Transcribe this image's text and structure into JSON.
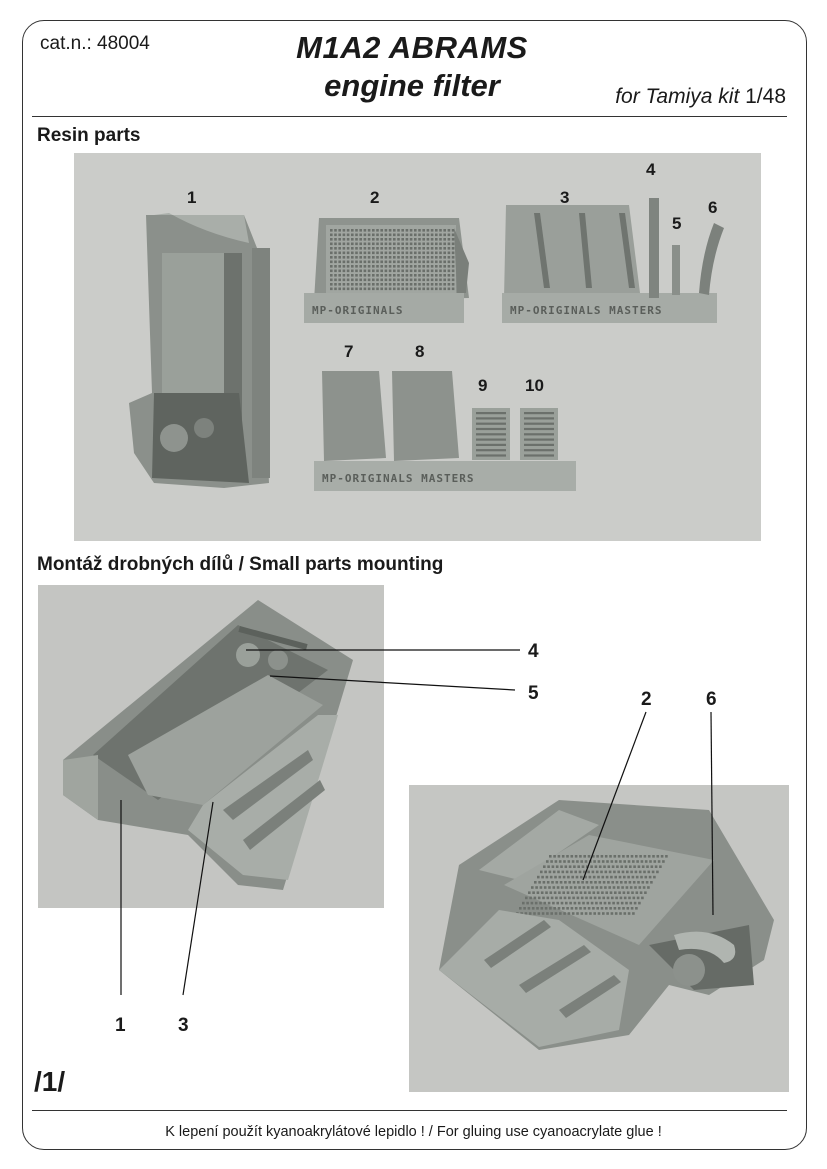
{
  "header": {
    "cat_no": "cat.n.: 48004",
    "title_line1": "M1A2 ABRAMS",
    "title_line2": "engine filter",
    "for_kit_prefix": "for Tamiya kit",
    "scale": "1/48"
  },
  "sections": {
    "resin_parts": "Resin parts",
    "mounting": "Montáž drobných dílů / Small parts mounting"
  },
  "photo1": {
    "part_numbers": [
      "1",
      "2",
      "3",
      "4",
      "5",
      "6",
      "7",
      "8",
      "9",
      "10"
    ],
    "stamps": [
      "MP-ORIGINALS",
      "MP-ORIGINALS MASTERS",
      "MP-ORIGINALS MASTERS"
    ]
  },
  "photo2": {
    "callouts": [
      "4",
      "5",
      "1",
      "3"
    ]
  },
  "photo3": {
    "callouts": [
      "2",
      "6"
    ]
  },
  "page_number": "/1/",
  "footer": "K lepení použít kyanoakrylátové lepidlo !  /  For gluing use cyanoacrylate glue !",
  "colors": {
    "photo_bg": "#c9cac7",
    "resin": "#8c918c",
    "resin_dark": "#6e736f",
    "resin_light": "#a7aca7"
  }
}
